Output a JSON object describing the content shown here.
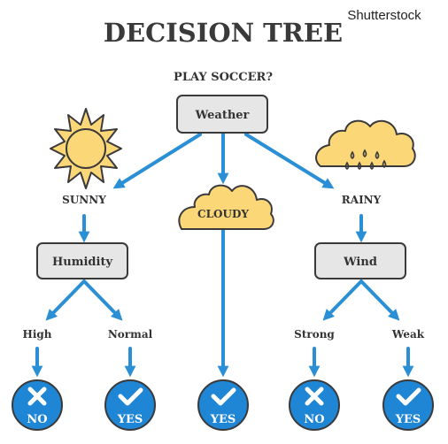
{
  "watermark": "Shutterstock",
  "title": "DECISION TREE",
  "question": "PLAY SOCCER?",
  "nodes": {
    "root": "Weather",
    "sunny": "SUNNY",
    "cloudy": "CLOUDY",
    "rainy": "RAINY",
    "humidity": "Humidity",
    "wind": "Wind",
    "high": "High",
    "normal": "Normal",
    "strong": "Strong",
    "weak": "Weak"
  },
  "outcomes": {
    "high": "NO",
    "normal": "YES",
    "cloudy": "YES",
    "strong": "NO",
    "weak": "YES"
  },
  "colors": {
    "arrow": "#2b8fd6",
    "box_fill": "#e6e6e6",
    "box_stroke": "#3a3a3a",
    "cloud_fill": "#fbd778",
    "sun_fill": "#fbd778",
    "rain_cloud_fill": "#fbd778",
    "outcome_fill": "#1f86d6",
    "text": "#333333"
  }
}
